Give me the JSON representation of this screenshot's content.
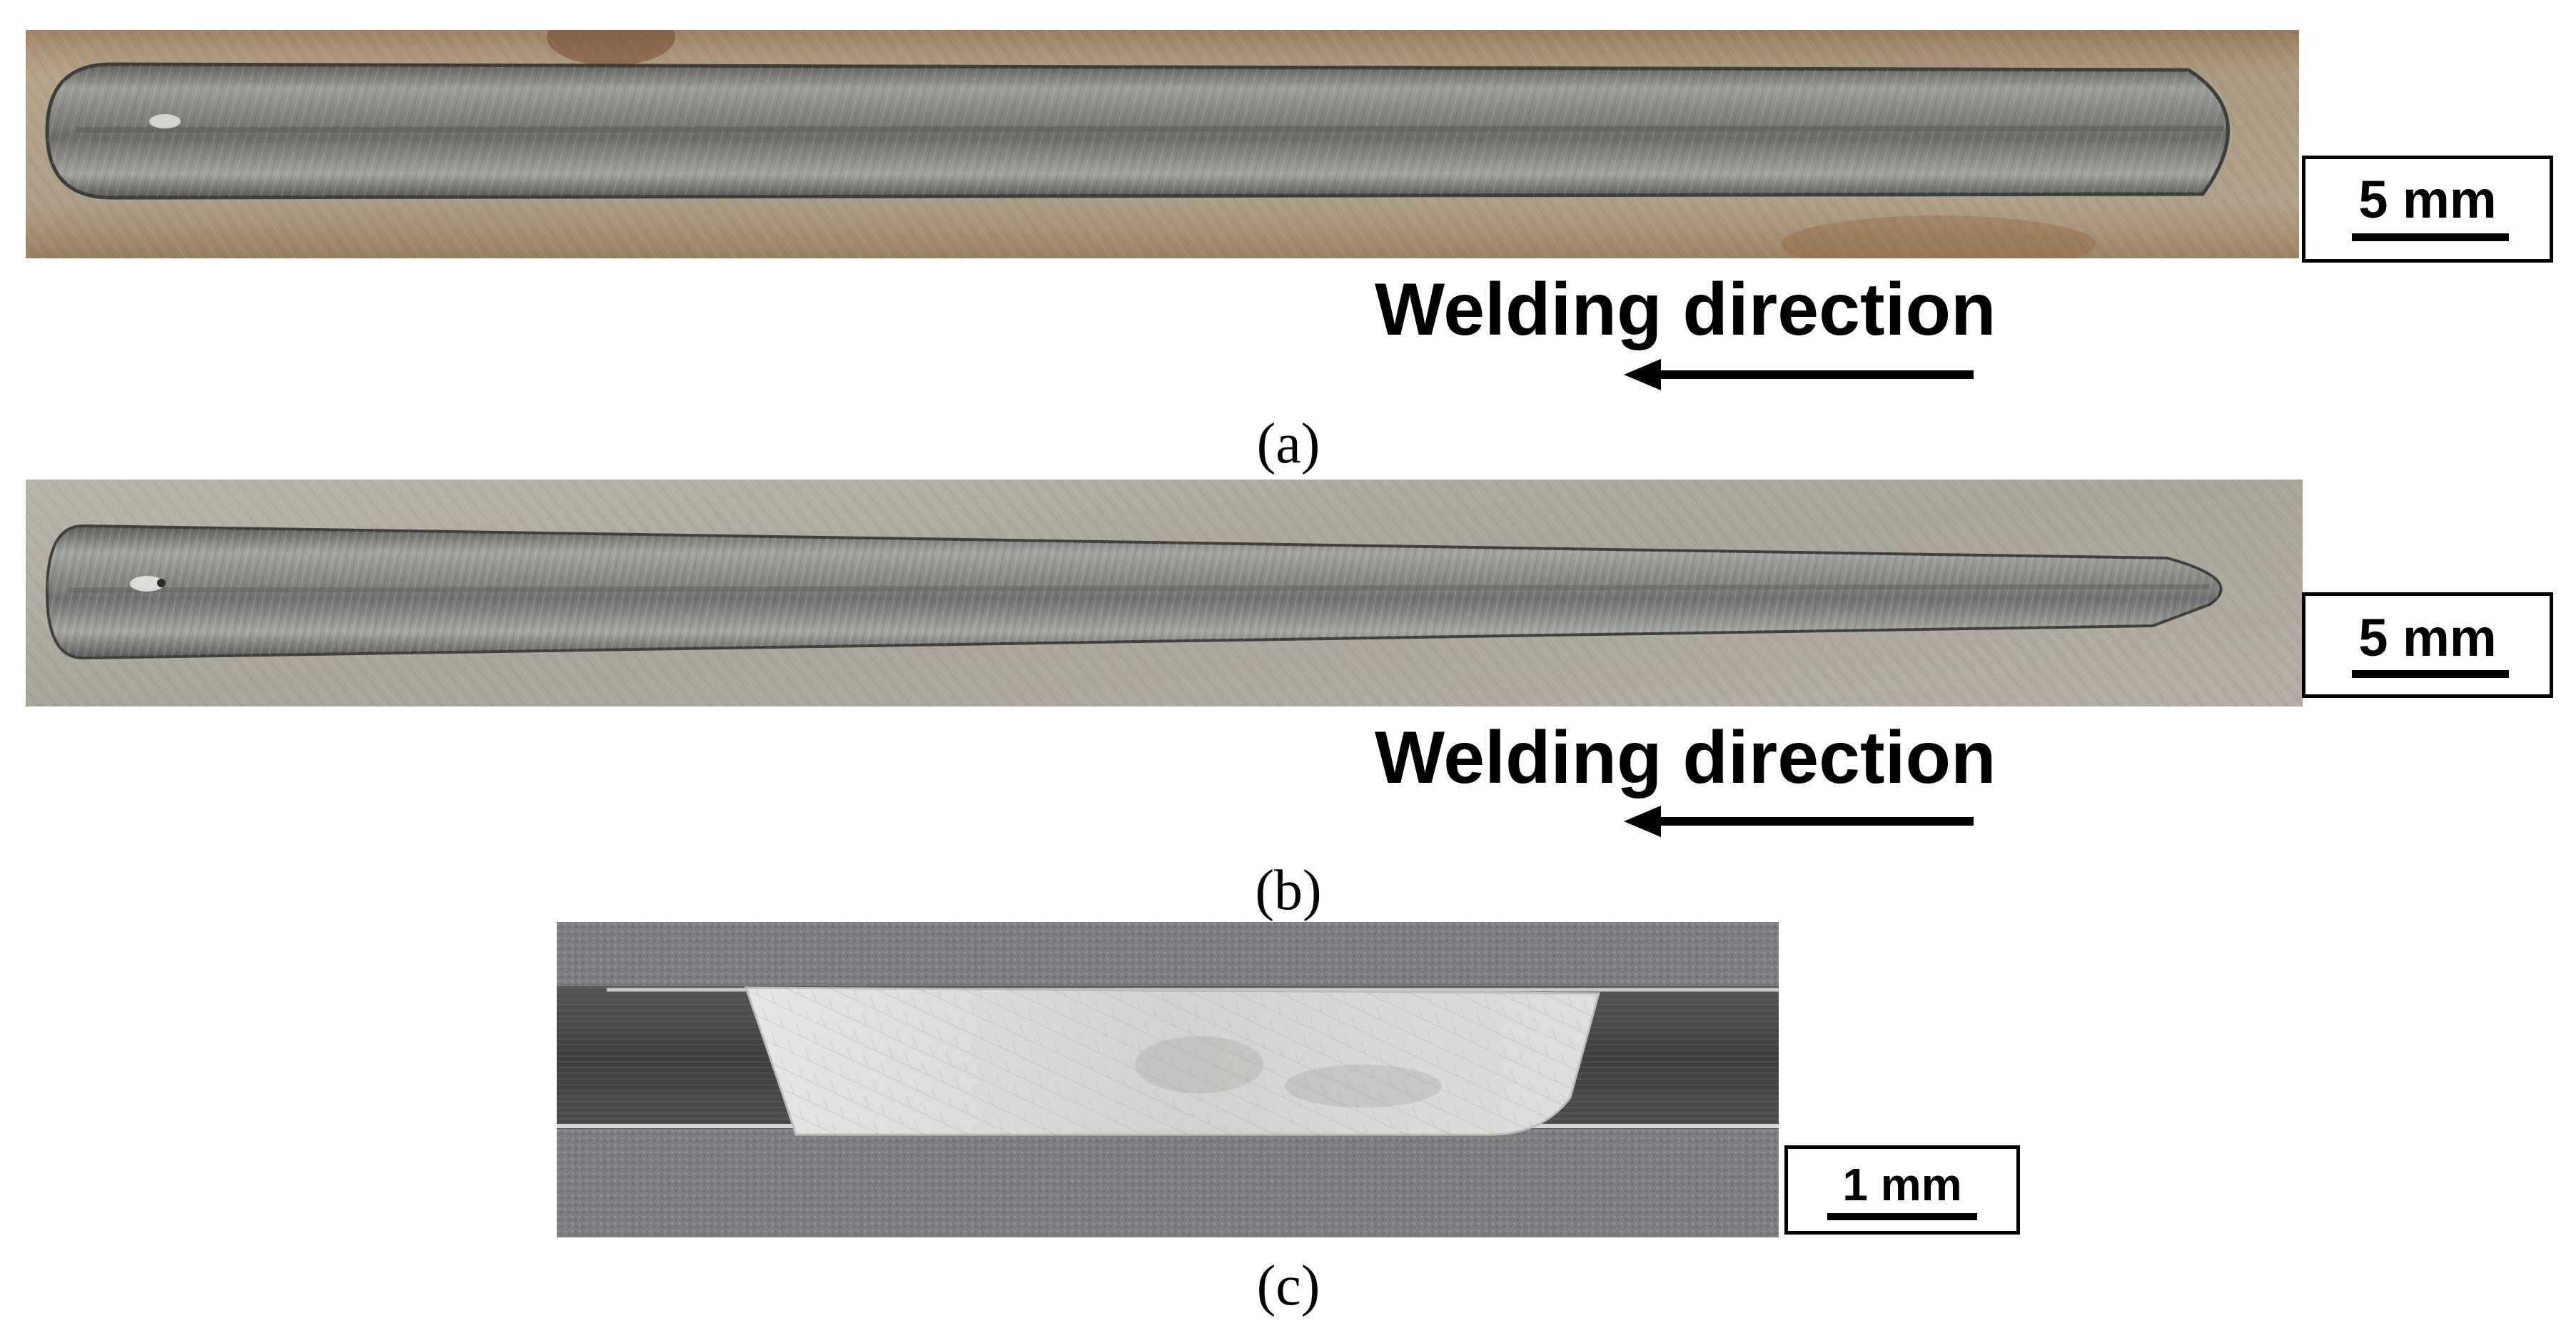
{
  "panels": [
    {
      "caption": "(a)",
      "scale_label": "5 mm",
      "direction_label": "Welding direction"
    },
    {
      "caption": "(b)",
      "scale_label": "5 mm",
      "direction_label": "Welding direction"
    },
    {
      "caption": "(c)",
      "scale_label": "1 mm"
    }
  ],
  "colors": {
    "plate_metal": "#a9a59b",
    "oxide_tint": "#b07a3c",
    "weld_bead": "#8f8f8c",
    "mount_resin": "#7c7d80",
    "fusion_zone": "#d9d9d7",
    "base_metal_section": "#4a4a4a"
  }
}
